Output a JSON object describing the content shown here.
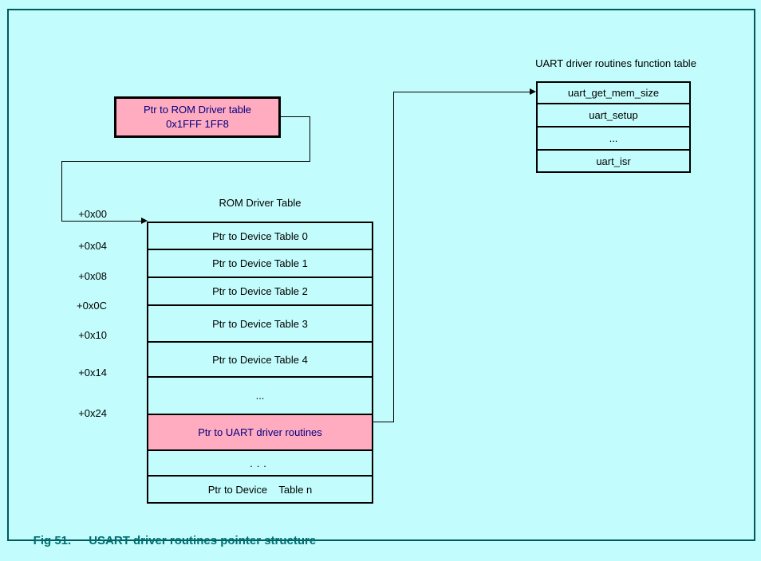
{
  "colors": {
    "background": "#c3fcfc",
    "frame_border": "#00595c",
    "highlight_pink": "#ffabc0",
    "pink_text_navy": "#000080",
    "caption_teal": "#006d70",
    "line_black": "#000000"
  },
  "pointer_box": {
    "line1": "Ptr to ROM Driver table",
    "address": "0x1FFF 1FF8"
  },
  "rom_table": {
    "title": "ROM Driver Table",
    "offsets": [
      "+0x00",
      "+0x04",
      "+0x08",
      "+0x0C",
      "+0x10",
      "+0x14",
      "+0x24"
    ],
    "rows": [
      {
        "label": "Ptr to Device Table 0"
      },
      {
        "label": "Ptr to Device Table 1"
      },
      {
        "label": "Ptr to Device Table 2"
      },
      {
        "label": "Ptr to Device Table 3"
      },
      {
        "label": "Ptr to Device Table 4"
      },
      {
        "label": "..."
      },
      {
        "label": "Ptr to UART driver routines"
      },
      {
        "label": "..."
      },
      {
        "label": "Ptr to Device    Table n"
      }
    ]
  },
  "function_table": {
    "title": "UART driver routines function table",
    "rows": [
      {
        "label": "uart_get_mem_size"
      },
      {
        "label": "uart_setup"
      },
      {
        "label": "..."
      },
      {
        "label": "uart_isr"
      }
    ]
  },
  "caption": {
    "fig_label": "Fig 51.",
    "title": "USART driver routines pointer structure"
  }
}
